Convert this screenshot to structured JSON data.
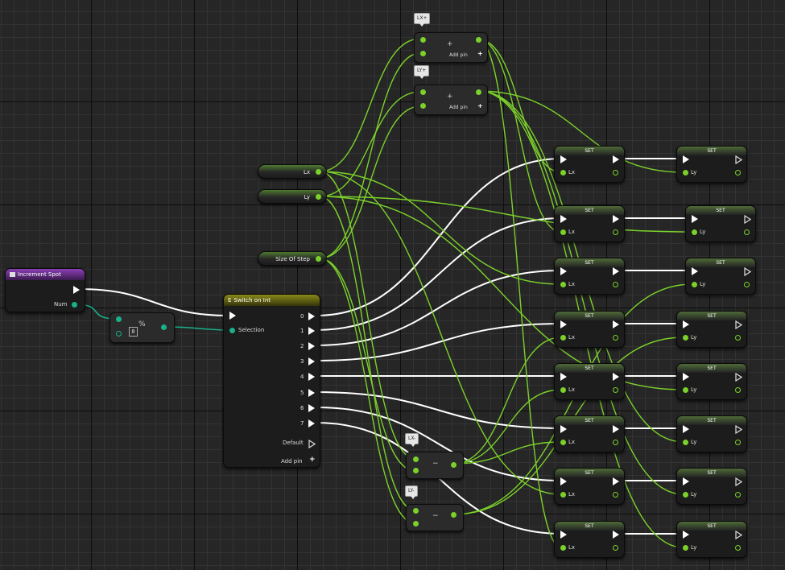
{
  "graph": {
    "event_node": {
      "title": "Increment Spot",
      "output_label": "Num"
    },
    "modulo_node": {
      "icon": "%",
      "value": "8"
    },
    "switch_node": {
      "title": "Switch on Int",
      "input_label": "Selection",
      "outputs": [
        "0",
        "1",
        "2",
        "3",
        "4",
        "5",
        "6",
        "7"
      ],
      "default_label": "Default",
      "add_pin_label": "Add pin"
    },
    "variables": {
      "lx": "Lx",
      "ly": "Ly",
      "step": "Size Of Step"
    },
    "add_nodes": [
      {
        "comment": "LX+",
        "symbol": "+",
        "add_pin_label": "Add pin"
      },
      {
        "comment": "LY+",
        "symbol": "+",
        "add_pin_label": "Add pin"
      }
    ],
    "subtract_nodes": [
      {
        "comment": "LX-",
        "symbol": "−"
      },
      {
        "comment": "LY-",
        "symbol": "−"
      }
    ],
    "set_lx_nodes": [
      {
        "title": "SET",
        "label": "Lx"
      },
      {
        "title": "SET",
        "label": "Lx"
      },
      {
        "title": "SET",
        "label": "Lx"
      },
      {
        "title": "SET",
        "label": "Lx"
      },
      {
        "title": "SET",
        "label": "Lx"
      },
      {
        "title": "SET",
        "label": "Lx"
      },
      {
        "title": "SET",
        "label": "Lx"
      },
      {
        "title": "SET",
        "label": "Lx"
      }
    ],
    "set_ly_nodes": [
      {
        "title": "SET",
        "label": "Ly"
      },
      {
        "title": "SET",
        "label": "Ly"
      },
      {
        "title": "SET",
        "label": "Ly"
      },
      {
        "title": "SET",
        "label": "Ly"
      },
      {
        "title": "SET",
        "label": "Ly"
      },
      {
        "title": "SET",
        "label": "Ly"
      },
      {
        "title": "SET",
        "label": "Ly"
      },
      {
        "title": "SET",
        "label": "Ly"
      }
    ],
    "colors": {
      "background": "#262626",
      "float_wire": "#7bd12a",
      "int_wire": "#19b08a",
      "exec_wire": "#ffffff",
      "event_header": "#8c3fb5",
      "switch_header": "#8a8a18"
    }
  }
}
